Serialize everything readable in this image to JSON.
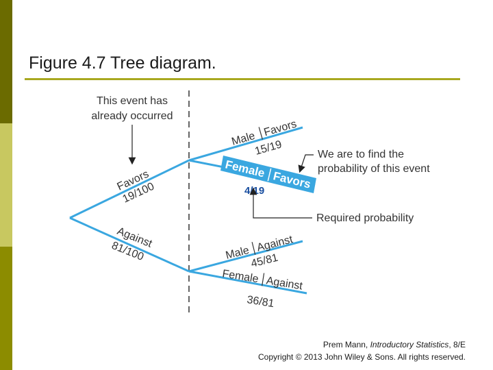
{
  "slide": {
    "title": "Figure 4.7 Tree diagram.",
    "credit_author": "Prem Mann, ",
    "credit_book": "Introductory Statistics",
    "credit_edition": ", 8/E",
    "copyright": "Copyright © 2013 John Wiley & Sons. All rights reserved."
  },
  "diagram": {
    "occurred_note": [
      "This event has",
      "already occurred"
    ],
    "branches": {
      "favors": {
        "label": "Favors",
        "prob": "19/100"
      },
      "against": {
        "label": "Against",
        "prob": "81/100"
      },
      "male_favors": {
        "label": "Male",
        "label2": "Favors",
        "prob": "15/19"
      },
      "female_favors": {
        "label": "Female",
        "label2": "Favors",
        "prob": "4/19"
      },
      "male_against": {
        "label": "Male",
        "label2": "Against",
        "prob": "45/81"
      },
      "female_against": {
        "label": "Female",
        "label2": "Against",
        "prob": "36/81"
      }
    },
    "find_note": [
      "We are to find the",
      "probability of this event"
    ],
    "required_note": "Required probability"
  },
  "colors": {
    "branch": "#3aa7e0",
    "highlight": "#1a4fa0",
    "accent_rule": "#a8a820"
  }
}
